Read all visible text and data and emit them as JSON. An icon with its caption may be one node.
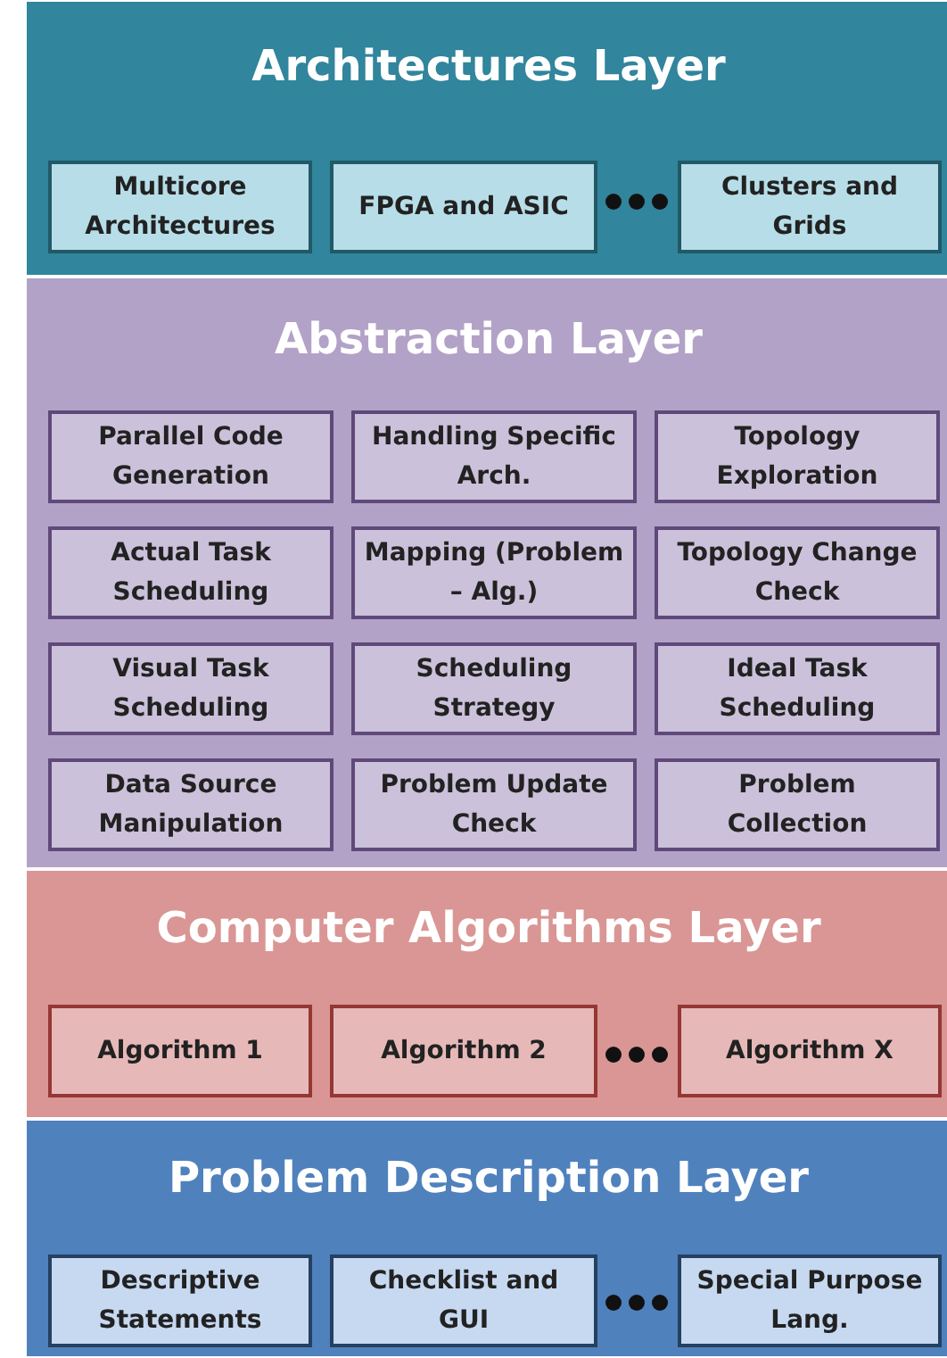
{
  "diagram": {
    "nodes": [
      {
        "text": [
          "Architectures Layer"
        ]
      },
      {
        "text": [
          "Multicore Architectures"
        ],
        "in": 0
      },
      {
        "text": [
          "FPGA and ASIC"
        ],
        "in": 0
      },
      {
        "text": [
          "Clusters and Grids"
        ],
        "in": 0
      },
      {
        "text": [
          "Abstraction Layer"
        ]
      },
      {
        "text": [
          "Parallel Code Generation"
        ],
        "in": 4
      },
      {
        "text": [
          "Handling Specific Arch."
        ],
        "in": 4
      },
      {
        "text": [
          "Topology Exploration"
        ],
        "in": 4
      },
      {
        "text": [
          "Actual Task Scheduling"
        ],
        "in": 4
      },
      {
        "text": [
          "Mapping (Problem – Alg.)"
        ],
        "in": 4
      },
      {
        "text": [
          "Topology Change Check"
        ],
        "in": 4
      },
      {
        "text": [
          "Visual Task Scheduling"
        ],
        "in": 4
      },
      {
        "text": [
          "Scheduling Strategy"
        ],
        "in": 4
      },
      {
        "text": [
          "Ideal Task Scheduling"
        ],
        "in": 4
      },
      {
        "text": [
          "Data Source Manipulation"
        ],
        "in": 4
      },
      {
        "text": [
          "Problem Update Check"
        ],
        "in": 4
      },
      {
        "text": [
          "Problem Collection"
        ],
        "in": 4
      },
      {
        "text": [
          "Computer Algorithms Layer"
        ]
      },
      {
        "text": [
          "Algorithm 1"
        ],
        "in": 17
      },
      {
        "text": [
          "Algorithm 2"
        ],
        "in": 17
      },
      {
        "text": [
          "Algorithm X"
        ],
        "in": 17
      },
      {
        "text": [
          "Problem Description Layer"
        ]
      },
      {
        "text": [
          "Descriptive Statements"
        ],
        "in": 21
      },
      {
        "text": [
          "Checklist and GUI"
        ],
        "in": 21
      },
      {
        "text": [
          "Special Purpose Lang."
        ],
        "in": 21
      }
    ]
  }
}
